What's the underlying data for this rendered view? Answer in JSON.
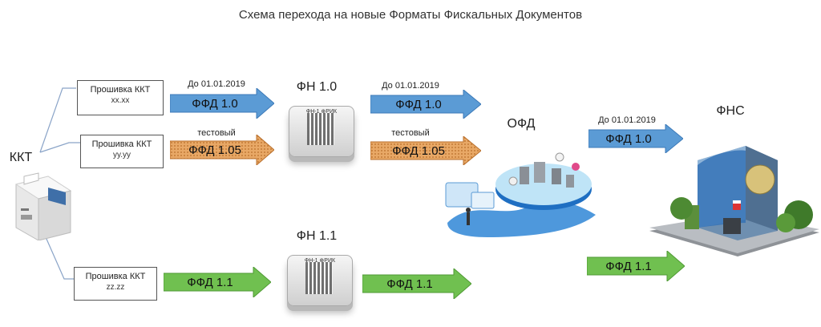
{
  "title": "Схема перехода на новые Форматы Фискальных Документов",
  "nodes": {
    "kkt": "ККТ",
    "fn10": "ФН 1.0",
    "fn11": "ФН 1.1",
    "ofd": "ОФД",
    "fns": "ФНС"
  },
  "firmware": [
    {
      "label": "Прошивка ККТ",
      "version": "xx.xx"
    },
    {
      "label": "Прошивка ККТ",
      "version": "yy.yy"
    },
    {
      "label": "Прошивка ККТ",
      "version": "zz.zz"
    }
  ],
  "arrows": {
    "ffd10": "ФФД 1.0",
    "ffd105": "ФФД 1.05",
    "ffd11": "ФФД 1.1"
  },
  "notes": {
    "before": "До 01.01.2019",
    "test": "тестовый"
  },
  "fn_device_text": "ФН-1 ⊕РИК",
  "colors": {
    "ffd10": "#5b9bd5",
    "ffd105": "#e0a060",
    "ffd11": "#70c050",
    "connector": "#8aa4c8"
  },
  "icons": [
    "printer-icon",
    "fiscal-storage-icon",
    "data-center-icon",
    "tax-office-building-icon"
  ]
}
